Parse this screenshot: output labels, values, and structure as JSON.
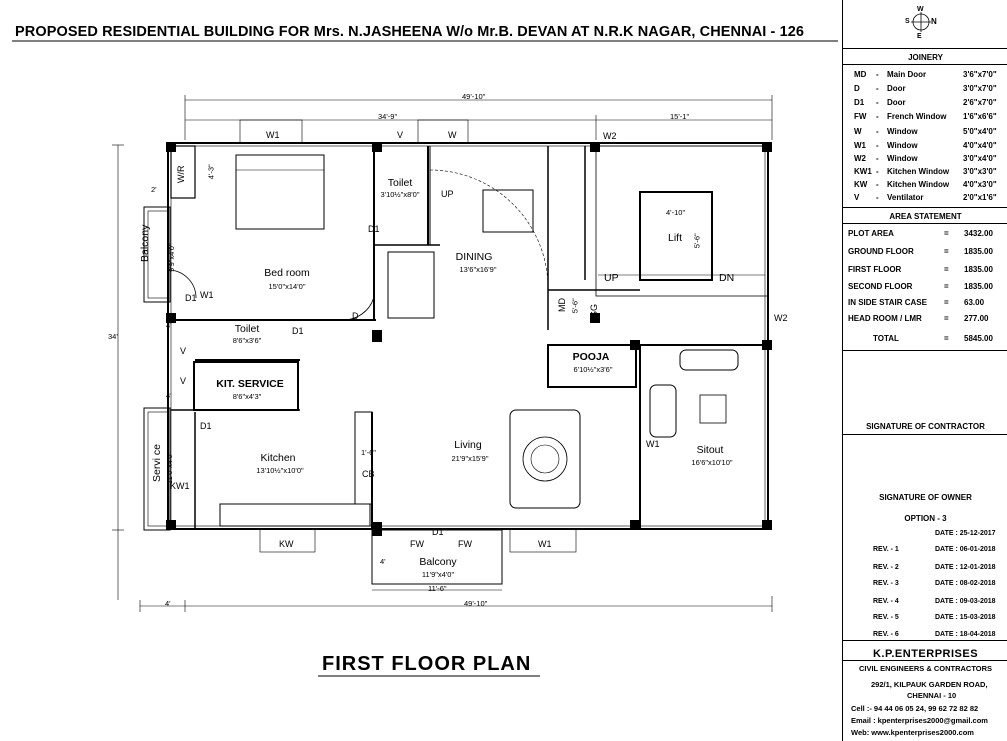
{
  "title": "PROPOSED RESIDENTIAL BUILDING   FOR Mrs. N.JASHEENA W/o Mr.B. DEVAN  AT N.R.K  NAGAR, CHENNAI - 126",
  "plan_title": "FIRST  FLOOR  PLAN",
  "compass": {
    "n": "N",
    "s": "S",
    "e": "E",
    "w": "W"
  },
  "dimensions": {
    "overall_top": "49'-10\"",
    "top_left": "34'-9\"",
    "top_right": "15'-1\"",
    "overall_bottom": "49'-10\"",
    "bottom_left": "4'",
    "balcony_bottom": "11'-6\"",
    "left_side": "34'",
    "left_4_a": "4'",
    "left_4_b": "4'",
    "left_2": "2'",
    "wr_dim": "4'-3\"",
    "balcony_left_4": "4'",
    "bottom_side_4": "4'",
    "lift_dim_w": "4'-10\"",
    "lift_dim_h": "5'-6\"",
    "md_dim": "5'-6\"",
    "store_dim": "1'-6\""
  },
  "rooms": {
    "bedroom": {
      "name": "Bed room",
      "size": "15'0\"x14'0\""
    },
    "toilet1": {
      "name": "Toilet",
      "size": "3'10½\"x8'0\""
    },
    "toilet2": {
      "name": "Toilet",
      "size": "8'6\"x3'6\""
    },
    "dining": {
      "name": "DINING",
      "size": "13'6\"x16'9\""
    },
    "balcony_left": {
      "name": "Balcony",
      "size": "9'9\"x4'0\""
    },
    "kit_service": {
      "name": "KIT. SERVICE",
      "size": "8'6\"x4'3\""
    },
    "kitchen": {
      "name": "Kitchen",
      "size": "13'10½\"x10'0\""
    },
    "service": {
      "name": "Servi ce",
      "size": "11'0\"x4'0\""
    },
    "living": {
      "name": "Living",
      "size": "21'9\"x15'9\""
    },
    "pooja": {
      "name": "POOJA",
      "size": "6'10½\"x3'6\""
    },
    "sitout": {
      "name": "Sitout",
      "size": "16'6\"x10'10\""
    },
    "balcony_bottom": {
      "name": "Balcony",
      "size": "11'9\"x4'0\""
    },
    "lift": {
      "name": "Lift"
    }
  },
  "labels": {
    "w1_top": "W1",
    "v_top": "V",
    "w_top": "W",
    "w2_top": "W2",
    "wr": "W/R",
    "w1_bed": "W1",
    "d1_toilet": "D1",
    "up_dining": "UP",
    "d1_balcony": "D1",
    "d_bed": "D",
    "d1_toilet2": "D1",
    "v_left1": "V",
    "v_left2": "V",
    "d1_kitchen": "D1",
    "kw1": "KW1",
    "cb": "CB",
    "kw_bottom": "KW",
    "fw1": "FW",
    "fw2": "FW",
    "d1_bottom": "D1",
    "w1_bottom": "W1",
    "md": "MD",
    "gg": "GG",
    "up_stair": "UP",
    "dn_stair": "DN",
    "w2_right": "W2",
    "w1_sitout": "W1"
  },
  "joinery": {
    "header": "JOINERY",
    "rows": [
      {
        "code": "MD",
        "dash": "-",
        "name": "Main Door",
        "size": "3'6\"x7'0\""
      },
      {
        "code": "D",
        "dash": "-",
        "name": "Door",
        "size": "3'0\"x7'0\""
      },
      {
        "code": "D1",
        "dash": "-",
        "name": "Door",
        "size": "2'6\"x7'0\""
      },
      {
        "code": "FW",
        "dash": "-",
        "name": "French Window",
        "size": "1'6\"x6'6\""
      },
      {
        "code": "W",
        "dash": "-",
        "name": "Window",
        "size": "5'0\"x4'0\""
      },
      {
        "code": "W1",
        "dash": "-",
        "name": "Window",
        "size": "4'0\"x4'0\""
      },
      {
        "code": "W2",
        "dash": "-",
        "name": "Window",
        "size": "3'0\"x4'0\""
      },
      {
        "code": "KW1",
        "dash": "-",
        "name": "Kitchen Window",
        "size": "3'0\"x3'0\""
      },
      {
        "code": "KW",
        "dash": "-",
        "name": "Kitchen Window",
        "size": "4'0\"x3'0\""
      },
      {
        "code": "V",
        "dash": "-",
        "name": "Ventilator",
        "size": "2'0\"x1'6\""
      }
    ]
  },
  "area": {
    "header": "AREA STATEMENT",
    "rows": [
      {
        "name": "PLOT AREA",
        "eq": "=",
        "value": "3432.00"
      },
      {
        "name": "GROUND FLOOR",
        "eq": "=",
        "value": "1835.00"
      },
      {
        "name": "FIRST  FLOOR",
        "eq": "=",
        "value": "1835.00"
      },
      {
        "name": "SECOND  FLOOR",
        "eq": "=",
        "value": "1835.00"
      },
      {
        "name": "IN SIDE STAIR CASE",
        "eq": "=",
        "value": "63.00"
      },
      {
        "name": "HEAD  ROOM / LMR",
        "eq": "=",
        "value": "277.00"
      }
    ],
    "total_name": "TOTAL",
    "total_eq": "=",
    "total_value": "5845.00"
  },
  "signatures": {
    "contractor": "SIGNATURE OF CONTRACTOR",
    "owner": "SIGNATURE OF OWNER"
  },
  "option": "OPTION - 3",
  "date": "DATE : 25-12-2017",
  "revisions": [
    {
      "rev": "REV. - 1",
      "date": "DATE : 06-01-2018"
    },
    {
      "rev": "REV. - 2",
      "date": "DATE : 12-01-2018"
    },
    {
      "rev": "REV. - 3",
      "date": "DATE : 08-02-2018"
    },
    {
      "rev": "REV. - 4",
      "date": "DATE : 09-03-2018"
    },
    {
      "rev": "REV. - 5",
      "date": "DATE : 15-03-2018"
    },
    {
      "rev": "REV. - 6",
      "date": "DATE : 18-04-2018"
    }
  ],
  "company": {
    "name": "K.P.ENTERPRISES",
    "tagline": "CIVIL ENGINEERS & CONTRACTORS",
    "address1": "292/1, KILPAUK GARDEN ROAD,",
    "address2": "CHENNAI - 10",
    "cell": "Cell  :- 94 44 06 05 24,  99 62 72 82 82",
    "email": "Email : kpenterprises2000@gmail.com",
    "web": "Web: www.kpenterprises2000.com"
  }
}
